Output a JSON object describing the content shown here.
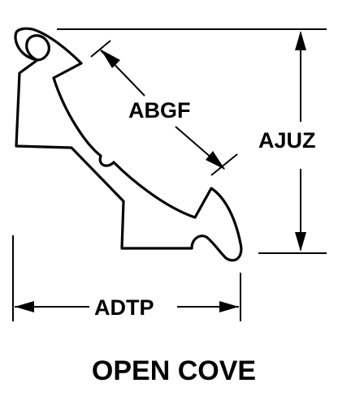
{
  "diagram": {
    "dimensions": {
      "diagonal": "ABGF",
      "height": "AJUZ",
      "width": "ADTP"
    },
    "caption": "OPEN COVE"
  },
  "colors": {
    "ink": "#000000",
    "background": "#ffffff"
  }
}
